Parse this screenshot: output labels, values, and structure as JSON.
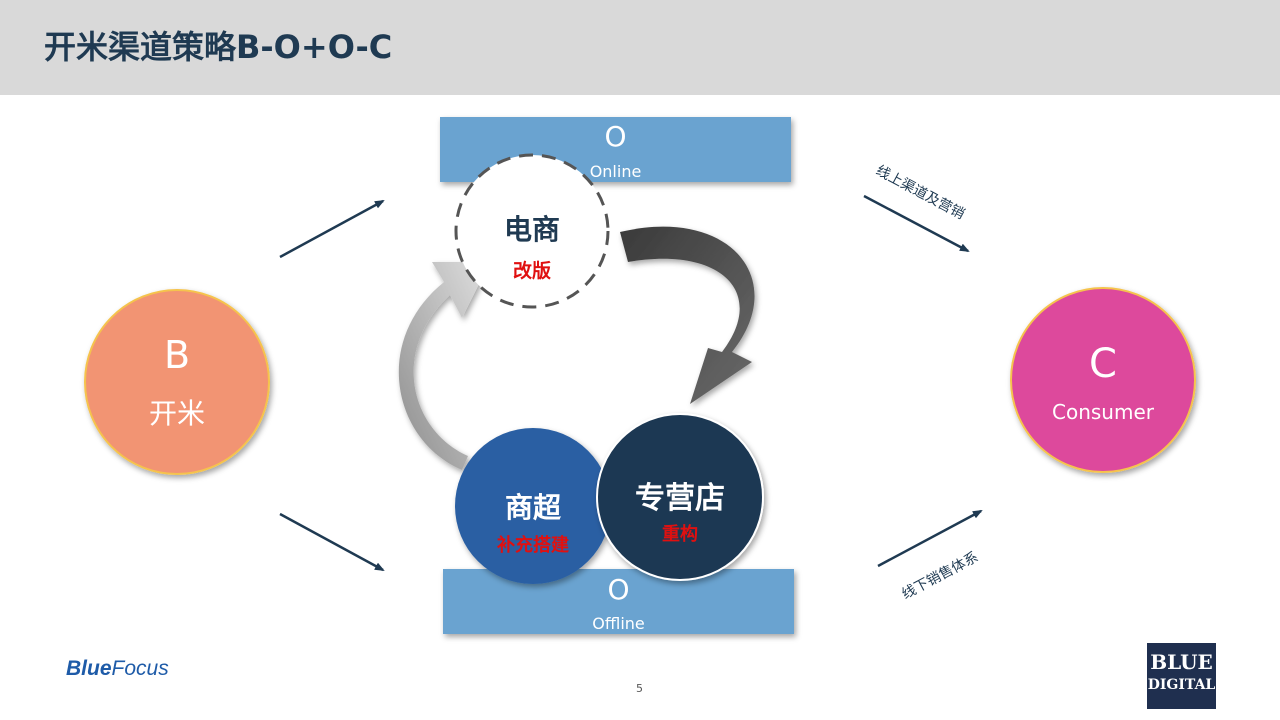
{
  "title": "开米渠道策略B-O+O-C",
  "online_box": {
    "letter": "O",
    "label": "Online"
  },
  "offline_box": {
    "letter": "O",
    "label": "Offline"
  },
  "circle_b": {
    "letter": "B",
    "label": "开米"
  },
  "circle_c": {
    "letter": "C",
    "label": "Consumer"
  },
  "ecommerce": {
    "label": "电商",
    "sub": "改版"
  },
  "supermarket": {
    "label": "商超",
    "sub": "补充搭建"
  },
  "store": {
    "label": "专营店",
    "sub": "重构"
  },
  "arrow_labels": {
    "online": "线上渠道及营销",
    "offline": "线下销售体系"
  },
  "page_number": "5",
  "logos": {
    "left_blue": "Blue",
    "left_focus": "Focus",
    "right_line1": "BLUE",
    "right_line2": "DIGITAL"
  },
  "colors": {
    "title_bar": "#d9d9d9",
    "title_text": "#1f3a52",
    "box_blue": "#6aa3d0",
    "circle_b": "#f29473",
    "circle_c": "#dd4a9c",
    "supermarket": "#2a5fa3",
    "store": "#1e3852",
    "sub_red": "#e01010",
    "arrow_navy": "#1f3a52"
  }
}
